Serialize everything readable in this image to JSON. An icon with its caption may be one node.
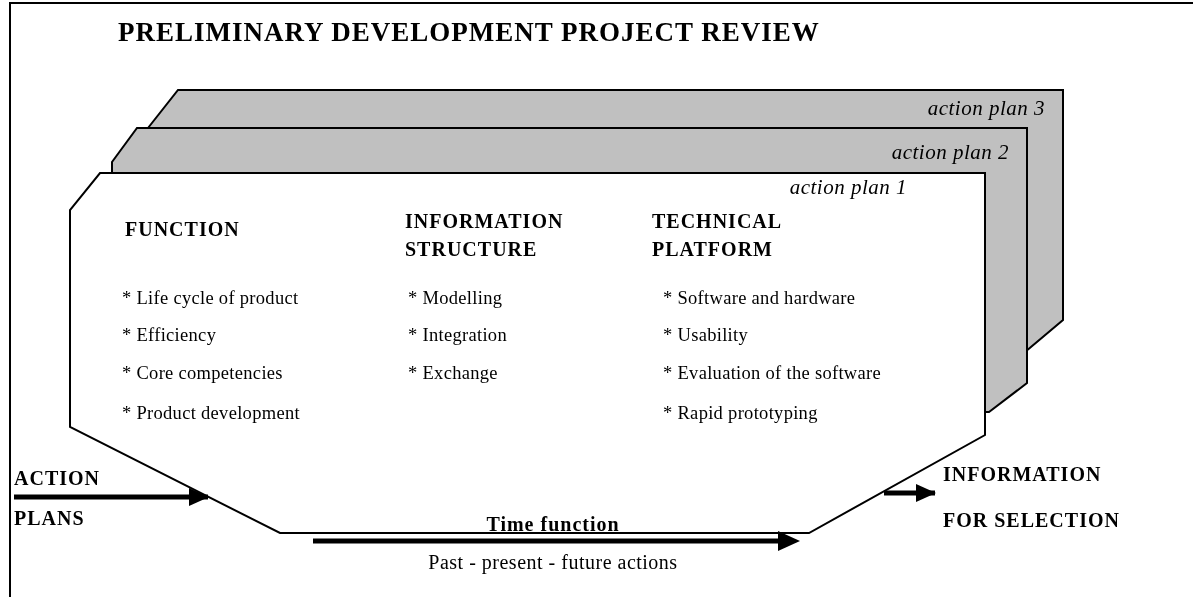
{
  "diagram": {
    "title": "PRELIMINARY DEVELOPMENT PROJECT REVIEW",
    "nodes": [
      {
        "text": [
          "action plan 3"
        ]
      },
      {
        "text": [
          "action plan 2"
        ]
      },
      {
        "text": [
          "action plan 1",
          "FUNCTION",
          "INFORMATION STRUCTURE",
          "TECHNICAL PLATFORM",
          "* Life cycle of product",
          "* Efficiency",
          "* Core competencies",
          "* Product development",
          "* Modelling",
          "* Integration",
          "* Exchange",
          "* Software and hardware",
          "* Usability",
          "* Evaluation of the software",
          "* Rapid prototyping"
        ]
      },
      {
        "text": [
          "ACTION",
          "PLANS"
        ]
      },
      {
        "text": [
          "INFORMATION",
          "FOR SELECTION"
        ]
      }
    ],
    "edges": [
      {
        "from": 3,
        "to": 2,
        "arrow": "to"
      },
      {
        "from": 2,
        "to": 4,
        "arrow": "to"
      }
    ],
    "labels": [
      "Time function",
      "Past - present - future actions"
    ]
  }
}
